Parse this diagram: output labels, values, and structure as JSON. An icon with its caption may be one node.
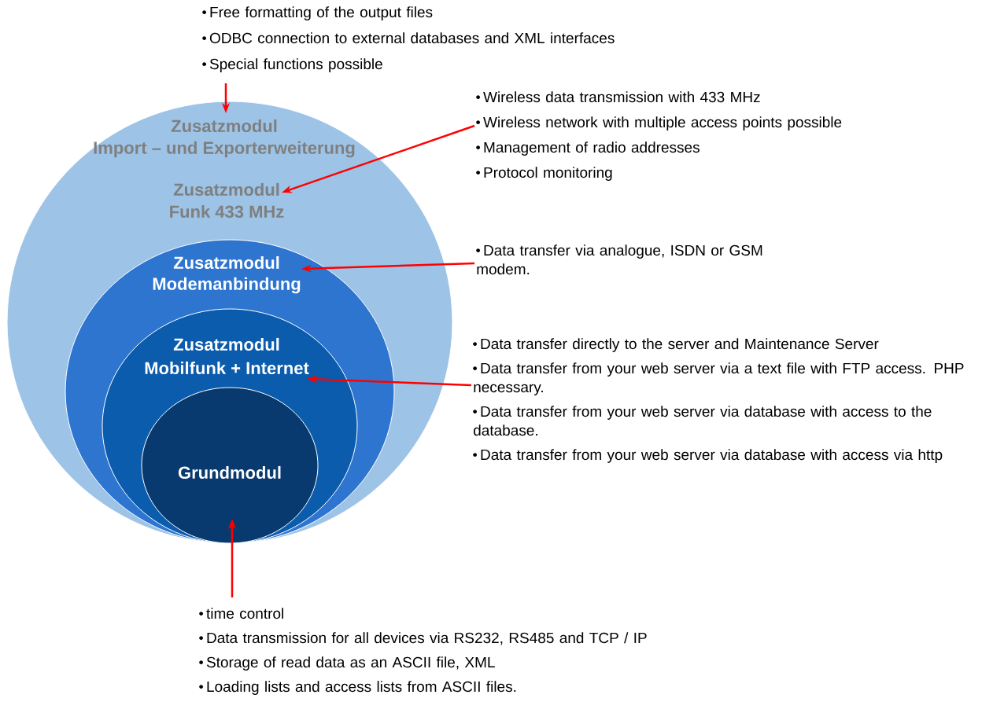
{
  "diagram": {
    "nodes": [
      {
        "text": [
          "Zusatzmodul",
          "Import – und Exporterweiterung"
        ]
      },
      {
        "text": [
          "Zusatzmodul",
          "Funk 433 MHz"
        ],
        "in": 0
      },
      {
        "text": [
          "Zusatzmodul",
          "Modemanbindung"
        ],
        "in": 0
      },
      {
        "text": [
          "Zusatzmodul",
          "Mobilfunk + Internet"
        ],
        "in": 2
      },
      {
        "text": [
          "Grundmodul"
        ],
        "in": 3
      },
      {
        "text": [
          "Free formatting of the output files",
          "ODBC connection to external databases and XML interfaces",
          "Special functions possible"
        ]
      },
      {
        "text": [
          "Wireless data transmission with 433 MHz",
          "Wireless network with multiple access points possible",
          "Management of radio addresses",
          "Protocol monitoring"
        ]
      },
      {
        "text": [
          "Data transfer via analogue, ISDN or GSM modem."
        ]
      },
      {
        "text": [
          "Data transfer directly to the server and Maintenance Server",
          "Data transfer from your web server via a text file with FTP access. PHP necessary.",
          "Data transfer from your web server via database with access to the database.",
          "Data transfer from your web server via database with access via http"
        ]
      },
      {
        "text": [
          "time control",
          "Data transmission for all devices via RS232, RS485 and TCP / IP",
          "Storage of read data as an ASCII file, XML",
          "Loading lists and access lists from ASCII files."
        ]
      }
    ],
    "edges": [
      {
        "from": 5,
        "to": 0,
        "arrow": "to"
      },
      {
        "from": 6,
        "to": 1,
        "arrow": "to"
      },
      {
        "from": 7,
        "to": 2,
        "arrow": "to"
      },
      {
        "from": 8,
        "to": 3,
        "arrow": "to"
      },
      {
        "from": 9,
        "to": 4,
        "arrow": "to"
      }
    ]
  }
}
